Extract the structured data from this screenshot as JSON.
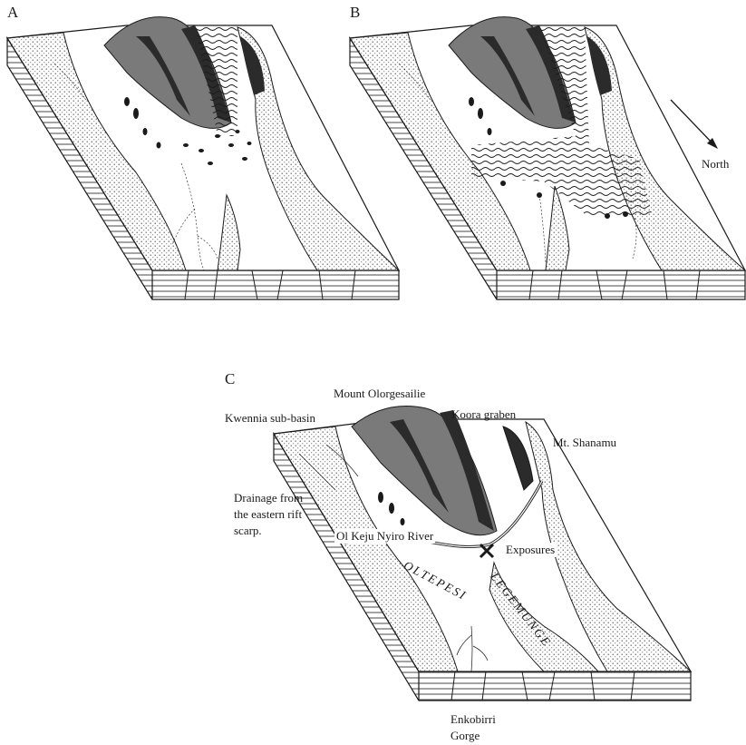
{
  "panels": {
    "a": "A",
    "b": "B",
    "c": "C"
  },
  "labels": {
    "north": "North",
    "mount_olorgesailie": "Mount Olorgesailie",
    "kwennia": "Kwennia sub-basin",
    "koora": "Koora graben",
    "shanamu": "Mt. Shanamu",
    "drainage": "Drainage from the eastern rift scarp.",
    "ol_keju": "Ol Keju Nyiro River",
    "exposures": "Exposures",
    "oltepesi": "OLTEPESI",
    "legemunge": "LEGEMUNGE",
    "enkobirri": "Enkobirri Gorge"
  },
  "colors": {
    "ink": "#1a1a1a",
    "shade_dark": "#2b2b2b",
    "shade_mid": "#7a7a7a",
    "shade_light": "#c9c9c9",
    "paper": "#ffffff"
  }
}
